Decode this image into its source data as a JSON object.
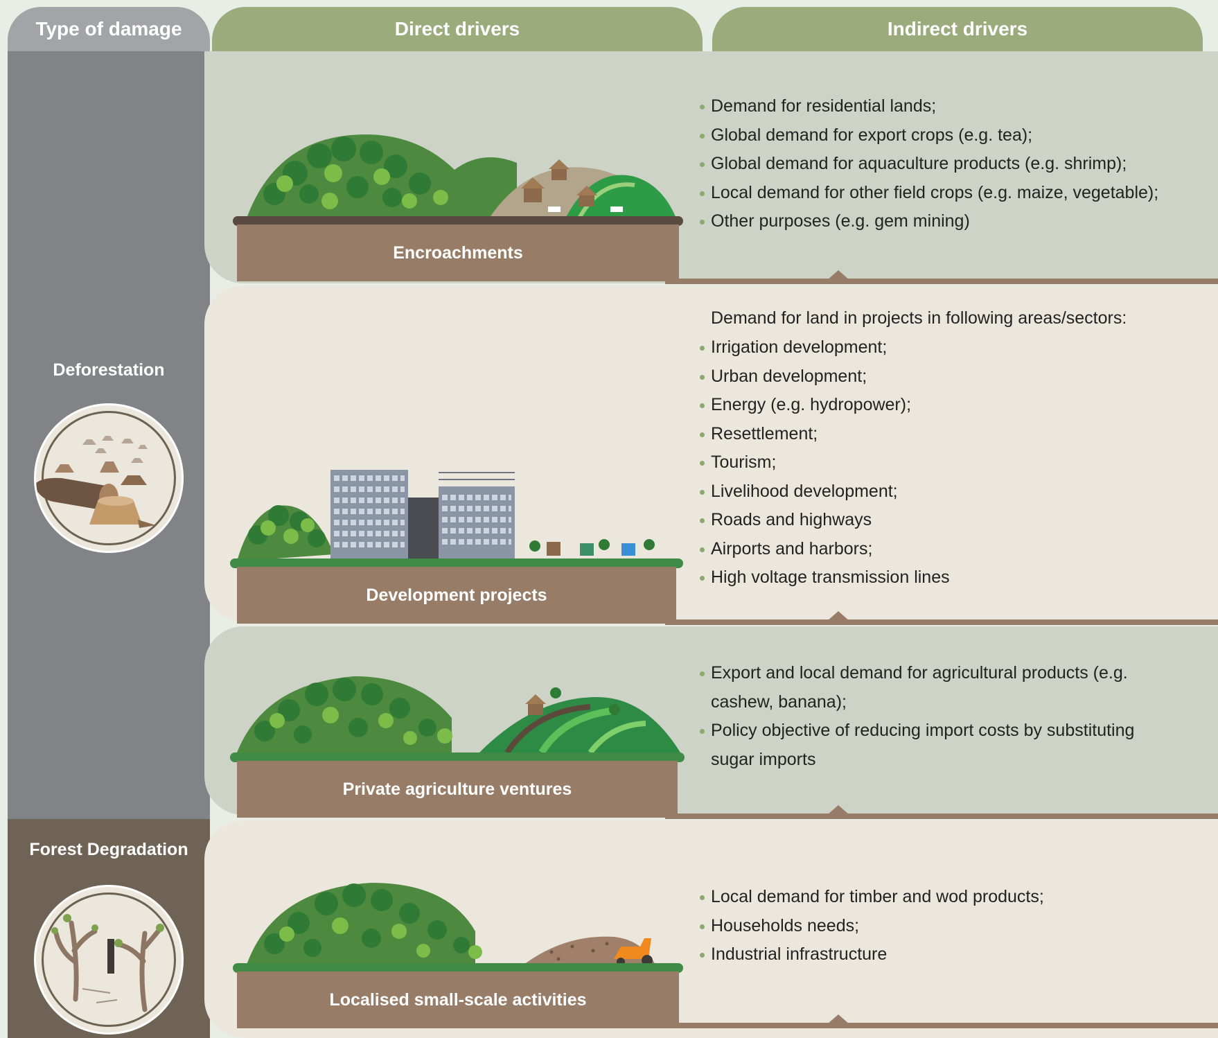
{
  "headers": {
    "type_of_damage": "Type of damage",
    "direct_drivers": "Direct drivers",
    "indirect_drivers": "Indirect drivers"
  },
  "damage_types": {
    "deforestation": "Deforestation",
    "forest_degradation": "Forest Degradation"
  },
  "rows": [
    {
      "direct_driver": "Encroachments",
      "indirect_intro": "",
      "indirect_drivers": [
        "Demand for residential lands;",
        "Global demand for export crops (e.g. tea);",
        "Global demand for aquaculture products (e.g. shrimp);",
        "Local demand for other field crops (e.g. maize, vegetable);",
        "Other purposes (e.g. gem mining)"
      ]
    },
    {
      "direct_driver": "Development projects",
      "indirect_intro": "Demand for land in projects in following areas/sectors:",
      "indirect_drivers": [
        "Irrigation development;",
        "Urban development;",
        "Energy (e.g. hydropower);",
        "Resettlement;",
        "Tourism;",
        "Livelihood development;",
        "Roads and highways",
        "Airports and harbors;",
        "High voltage transmission lines"
      ]
    },
    {
      "direct_driver": "Private agriculture ventures",
      "indirect_intro": "",
      "indirect_drivers": [
        "Export and local demand for agricultural products (e.g. cashew, banana);",
        "Policy objective of reducing import costs by substituting sugar imports"
      ]
    },
    {
      "direct_driver": "Localised small-scale activities",
      "indirect_intro": "",
      "indirect_drivers": [
        "Local demand for timber and wod products;",
        "Households needs;",
        "Industrial infrastructure"
      ]
    }
  ],
  "colors": {
    "header_green": "#9bab7c",
    "header_grey": "#a3a4a7",
    "deforestation_grey": "#828387",
    "degradation_brown": "#6f6356",
    "panel_green": "#cdd3c7",
    "panel_cream": "#ece7dd",
    "soil_brown": "#977d67",
    "forest_dark": "#2f7a34",
    "forest_light": "#7cbd4a"
  }
}
